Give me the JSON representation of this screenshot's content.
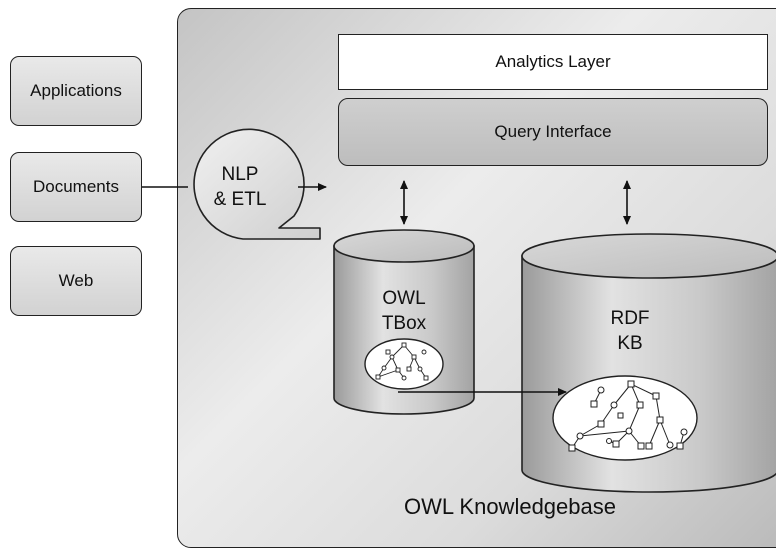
{
  "sources": {
    "applications": "Applications",
    "documents": "Documents",
    "web": "Web"
  },
  "process": {
    "line1": "NLP",
    "line2": "& ETL"
  },
  "layers": {
    "analytics": "Analytics Layer",
    "query": "Query Interface"
  },
  "stores": {
    "tbox": {
      "line1": "OWL",
      "line2": "TBox"
    },
    "rdf": {
      "line1": "RDF",
      "line2": "KB"
    }
  },
  "region_label": "OWL Knowledgebase",
  "colors": {
    "outline": "#222222",
    "fill_light": "#e4e4e4",
    "fill_dark": "#b5b5b5"
  }
}
